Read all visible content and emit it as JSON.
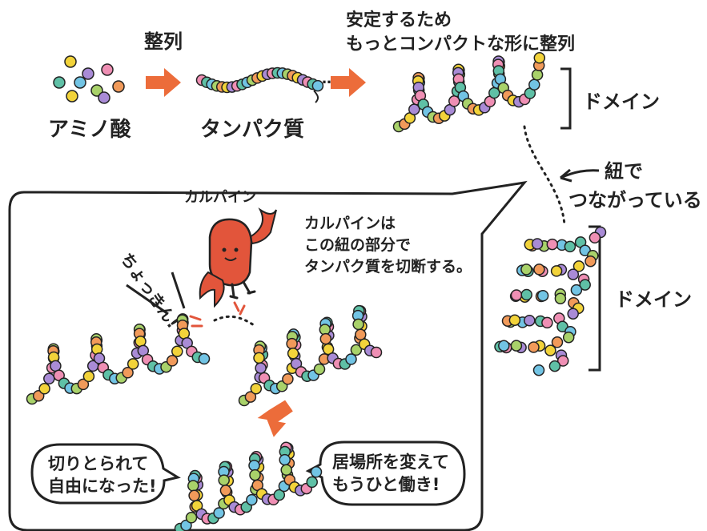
{
  "colors": {
    "beads": [
      "#f2d33a",
      "#a98bd6",
      "#ef8fb4",
      "#5fc0a6",
      "#72c4e4",
      "#a9d26a",
      "#f19a5a"
    ],
    "arrow": "#ec6c3a",
    "calpain_body": "#e2553b",
    "ink": "#222222"
  },
  "labels": {
    "amino_acid": "アミノ酸",
    "alignment": "整列",
    "protein": "タンパク質",
    "stability_line1": "安定するため",
    "stability_line2": "もっとコンパクトな形に整列",
    "domain_top": "ドメイン",
    "domain_bottom": "ドメイン",
    "string_line1": "紐で",
    "string_line2": "つながっている",
    "calpain_name": "カルパイン",
    "calpain_desc1": "カルパインは",
    "calpain_desc2": "この紐の部分で",
    "calpain_desc3": "タンパク質を切断する。",
    "snip": "ちょっきん!",
    "freed_line1": "切りとられて",
    "freed_line2": "自由になった!",
    "work_line1": "居場所を変えて",
    "work_line2": "もうひと働き!"
  }
}
